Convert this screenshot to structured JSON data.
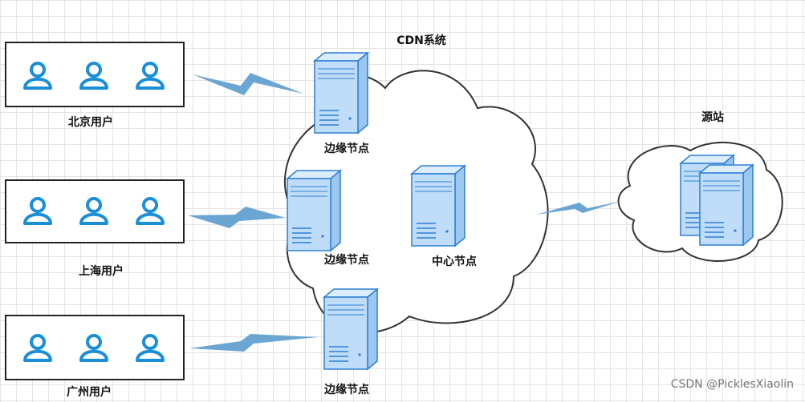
{
  "diagram": {
    "title": "CDN系统",
    "user_groups": [
      {
        "label": "北京用户"
      },
      {
        "label": "上海用户"
      },
      {
        "label": "广州用户"
      }
    ],
    "edge_nodes": [
      {
        "label": "边缘节点"
      },
      {
        "label": "边缘节点"
      },
      {
        "label": "边缘节点"
      }
    ],
    "center_node": {
      "label": "中心节点"
    },
    "origin": {
      "label": "源站"
    },
    "watermark": "CSDN @PicklesXiaolin"
  },
  "colors": {
    "user_icon": "#1a8fd8",
    "box_border": "#222222",
    "server_fill": "#bfdcf8",
    "server_stroke": "#2e7fd6",
    "link": "#6ba6d2",
    "cloud_stroke": "#333333"
  }
}
